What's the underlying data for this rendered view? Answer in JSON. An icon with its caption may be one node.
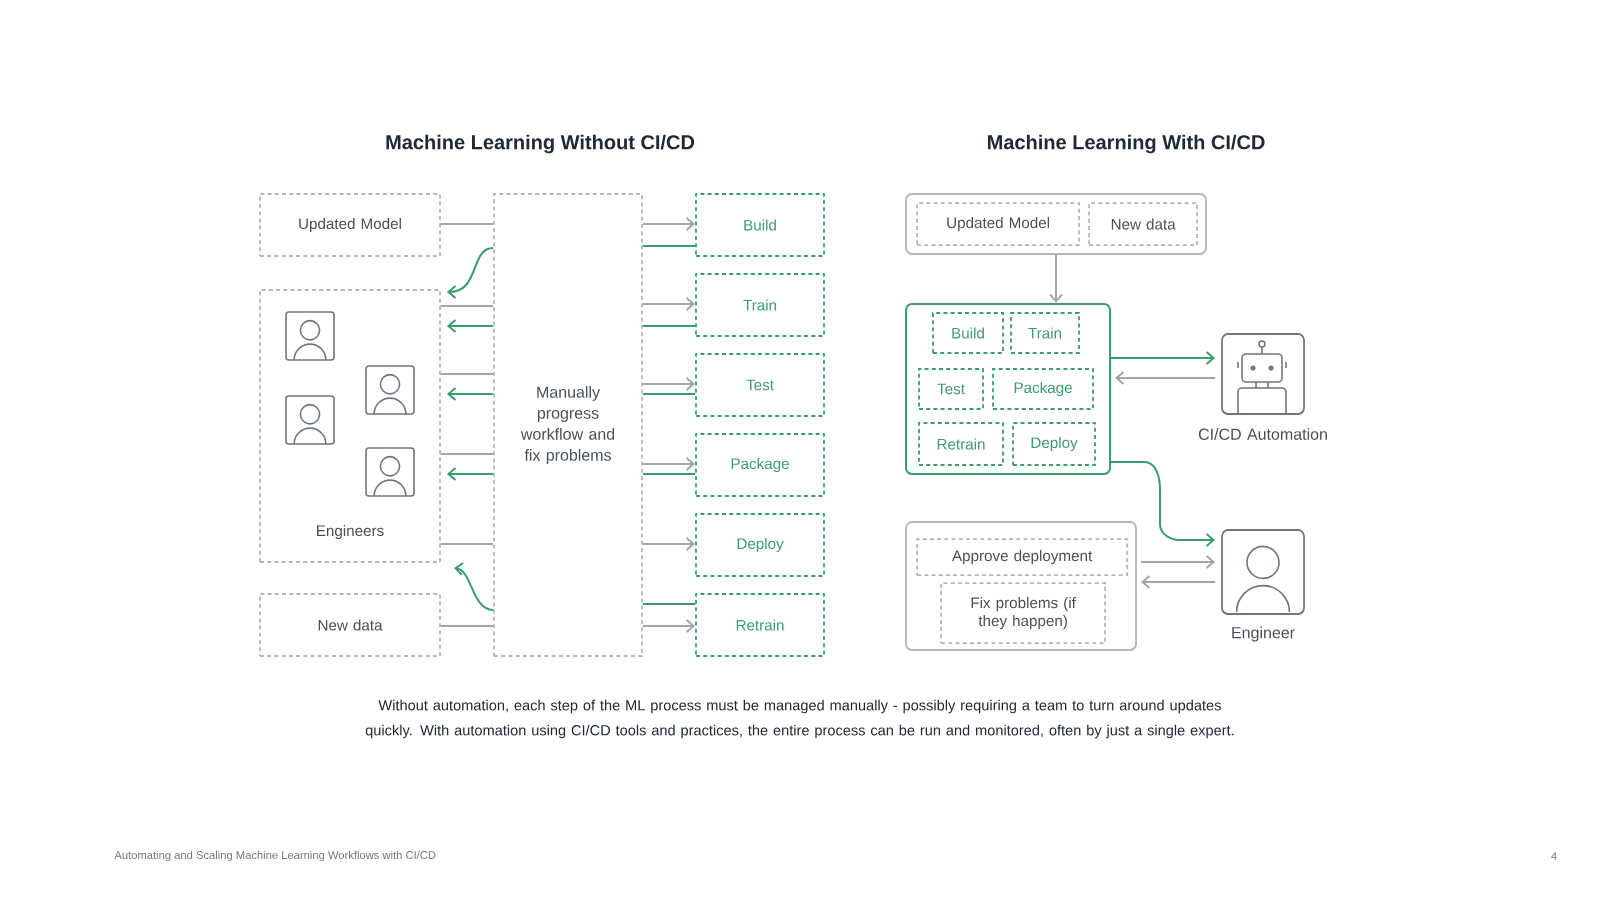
{
  "diagram": {
    "caption": "Without automation, each step of the ML process must be managed manually - possibly requiring a team to turn around updates quickly. With automation using CI/CD tools and practices, the entire process can be run and monitored, often by just a single expert.",
    "nodes": [
      {
        "text": [
          "Updated Model"
        ]
      },
      {
        "text": [
          "Engineers"
        ]
      },
      {
        "text": [
          "New data"
        ]
      },
      {
        "text": [
          "Manually progress workflow and fix problems"
        ]
      },
      {
        "text": [
          "Build"
        ]
      },
      {
        "text": [
          "Train"
        ]
      },
      {
        "text": [
          "Test"
        ]
      },
      {
        "text": [
          "Package"
        ]
      },
      {
        "text": [
          "Deploy"
        ]
      },
      {
        "text": [
          "Retrain"
        ]
      },
      {
        "text": [],
        "shape": "box"
      },
      {
        "text": [
          "Updated Model"
        ],
        "in": 10
      },
      {
        "text": [
          "New data"
        ],
        "in": 10
      },
      {
        "text": [],
        "shape": "box"
      },
      {
        "text": [
          "Build"
        ],
        "in": 13
      },
      {
        "text": [
          "Train"
        ],
        "in": 13
      },
      {
        "text": [
          "Test"
        ],
        "in": 13
      },
      {
        "text": [
          "Package"
        ],
        "in": 13
      },
      {
        "text": [
          "Retrain"
        ],
        "in": 13
      },
      {
        "text": [
          "Deploy"
        ],
        "in": 13
      },
      {
        "text": [
          "CI/CD Automation"
        ]
      },
      {
        "text": [],
        "shape": "box"
      },
      {
        "text": [
          "Approve deployment"
        ],
        "in": 21
      },
      {
        "text": [
          "Fix problems (if they happen)"
        ],
        "in": 21
      },
      {
        "text": [
          "Engineer"
        ]
      }
    ],
    "edges": [
      {
        "from": 0,
        "to": 3,
        "arrow": "none"
      },
      {
        "from": 2,
        "to": 3,
        "arrow": "none"
      },
      {
        "from": 3,
        "to": 4,
        "arrow": "to"
      },
      {
        "from": 3,
        "to": 5,
        "arrow": "to"
      },
      {
        "from": 3,
        "to": 6,
        "arrow": "to"
      },
      {
        "from": 3,
        "to": 7,
        "arrow": "to"
      },
      {
        "from": 3,
        "to": 8,
        "arrow": "to"
      },
      {
        "from": 3,
        "to": 9,
        "arrow": "to"
      },
      {
        "from": 4,
        "to": 3,
        "arrow": "none",
        "color": "#3a9d6a"
      },
      {
        "from": 5,
        "to": 3,
        "arrow": "none",
        "color": "#3a9d6a"
      },
      {
        "from": 6,
        "to": 3,
        "arrow": "none",
        "color": "#3a9d6a"
      },
      {
        "from": 7,
        "to": 3,
        "arrow": "none",
        "color": "#3a9d6a"
      },
      {
        "from": 9,
        "to": 3,
        "arrow": "none",
        "color": "#3a9d6a"
      },
      {
        "from": 1,
        "to": 3,
        "arrow": "none"
      },
      {
        "from": 1,
        "to": 3,
        "arrow": "none"
      },
      {
        "from": 1,
        "to": 3,
        "arrow": "none"
      },
      {
        "from": 1,
        "to": 3,
        "arrow": "none"
      },
      {
        "from": 3,
        "to": 1,
        "arrow": "to",
        "color": "#3a9d6a"
      },
      {
        "from": 3,
        "to": 1,
        "arrow": "to",
        "color": "#3a9d6a"
      },
      {
        "from": 3,
        "to": 1,
        "arrow": "to",
        "color": "#3a9d6a"
      },
      {
        "from": 3,
        "to": 1,
        "arrow": "to",
        "color": "#3a9d6a"
      },
      {
        "from": 3,
        "to": 1,
        "arrow": "to",
        "color": "#3a9d6a"
      },
      {
        "from": 10,
        "to": 13,
        "arrow": "to"
      },
      {
        "from": 13,
        "to": 20,
        "arrow": "to",
        "color": "#3a9d6a"
      },
      {
        "from": 20,
        "to": 13,
        "arrow": "to"
      },
      {
        "from": 13,
        "to": 24,
        "arrow": "to",
        "color": "#3a9d6a"
      },
      {
        "from": 21,
        "to": 24,
        "arrow": "to"
      },
      {
        "from": 24,
        "to": 21,
        "arrow": "to"
      }
    ],
    "labels": [
      "Machine Learning Without CI/CD",
      "Machine Learning With CI/CD",
      "Automating and Scaling Machine Learning Workflows with CI/CD",
      "4"
    ]
  }
}
